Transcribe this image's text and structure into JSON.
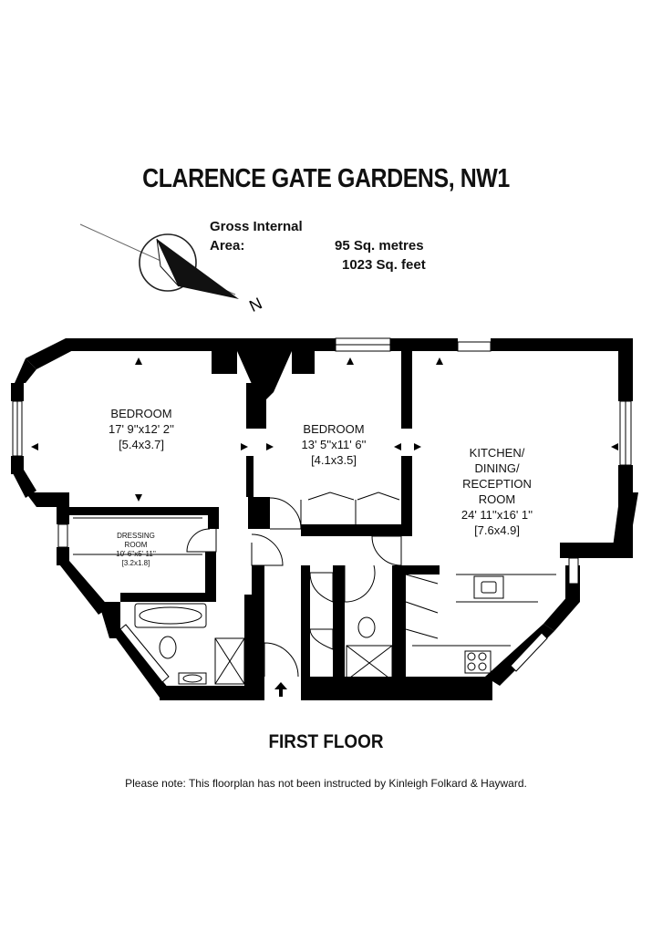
{
  "title": "CLARENCE GATE GARDENS, NW1",
  "gross_area": {
    "label": "Gross Internal Area:",
    "metres": "95 Sq. metres",
    "feet": "1023 Sq. feet"
  },
  "compass_letter": "N",
  "rooms": {
    "bedroom1": {
      "name": "BEDROOM",
      "size_imperial": "17' 9''x12' 2''",
      "size_metric": "[5.4x3.7]"
    },
    "bedroom2": {
      "name": "BEDROOM",
      "size_imperial": "13' 5''x11' 6''",
      "size_metric": "[4.1x3.5]"
    },
    "kitchen": {
      "name_line1": "KITCHEN/",
      "name_line2": "DINING/",
      "name_line3": "RECEPTION",
      "name_line4": "ROOM",
      "size_imperial": "24' 11''x16' 1''",
      "size_metric": "[7.6x4.9]"
    },
    "dressing": {
      "name_line1": "DRESSING",
      "name_line2": "ROOM",
      "size_imperial": "10' 6''x5' 11''",
      "size_metric": "[3.2x1.8]"
    }
  },
  "floor_label": "FIRST FLOOR",
  "note": "Please note: This floorplan has not been instructed by Kinleigh Folkard & Hayward."
}
